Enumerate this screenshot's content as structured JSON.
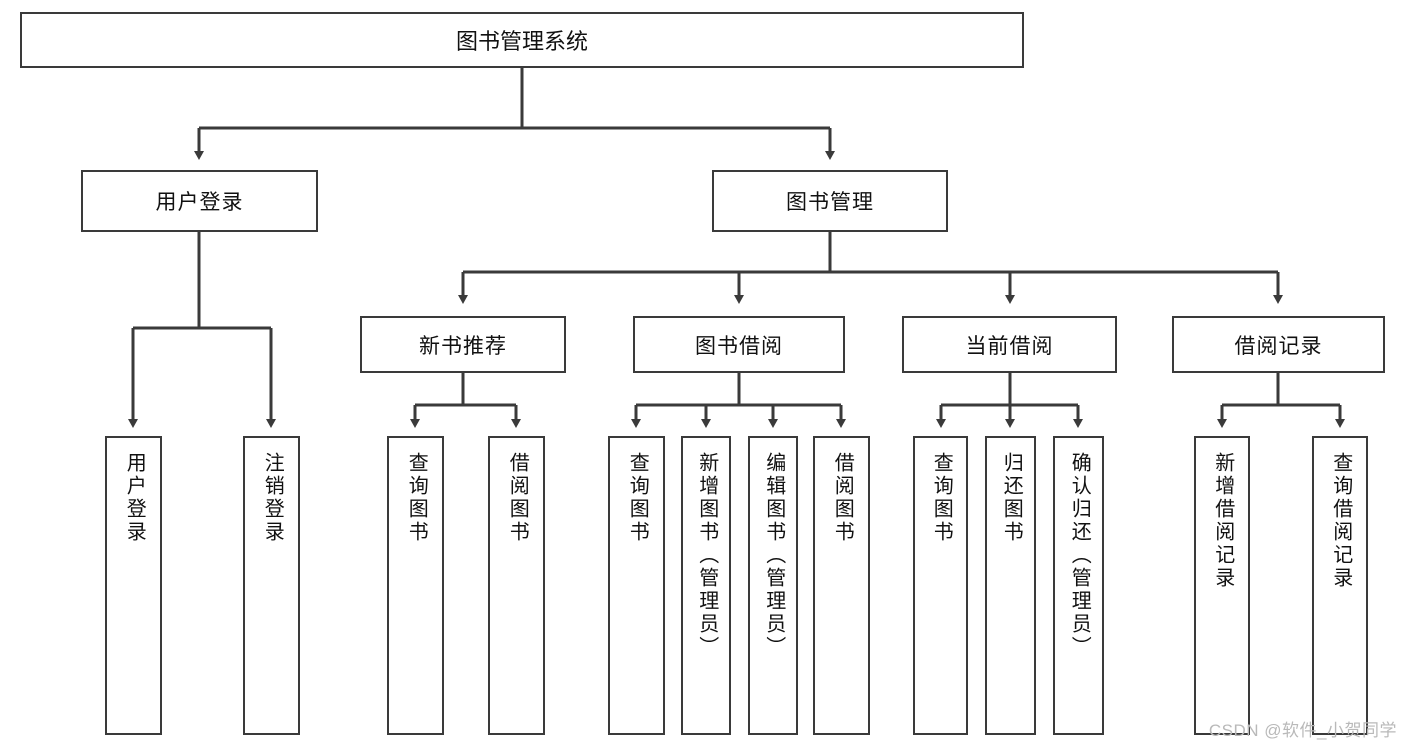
{
  "diagram": {
    "title": "图书管理系统",
    "type": "tree-hierarchy-diagram",
    "root": {
      "label": "图书管理系统"
    },
    "level2": [
      {
        "label": "用户登录"
      },
      {
        "label": "图书管理"
      }
    ],
    "level3": [
      {
        "label": "新书推荐"
      },
      {
        "label": "图书借阅"
      },
      {
        "label": "当前借阅"
      },
      {
        "label": "借阅记录"
      }
    ],
    "leaves": {
      "user_login": [
        {
          "label": "用户登录"
        },
        {
          "label": "注销登录"
        }
      ],
      "new_book_recommend": [
        {
          "label": "查询图书"
        },
        {
          "label": "借阅图书"
        }
      ],
      "book_borrow": [
        {
          "label": "查询图书"
        },
        {
          "label": "新增图书（管理员）"
        },
        {
          "label": "编辑图书（管理员）"
        },
        {
          "label": "借阅图书"
        }
      ],
      "current_borrow": [
        {
          "label": "查询图书"
        },
        {
          "label": "归还图书"
        },
        {
          "label": "确认归还（管理员）"
        }
      ],
      "borrow_record": [
        {
          "label": "新增借阅记录"
        },
        {
          "label": "查询借阅记录"
        }
      ]
    },
    "watermark": "CSDN @软件_小贺同学",
    "colors": {
      "stroke": "#3a3a3a",
      "fill": "#ffffff",
      "text": "#111111",
      "watermark": "#b9b9b9"
    }
  }
}
